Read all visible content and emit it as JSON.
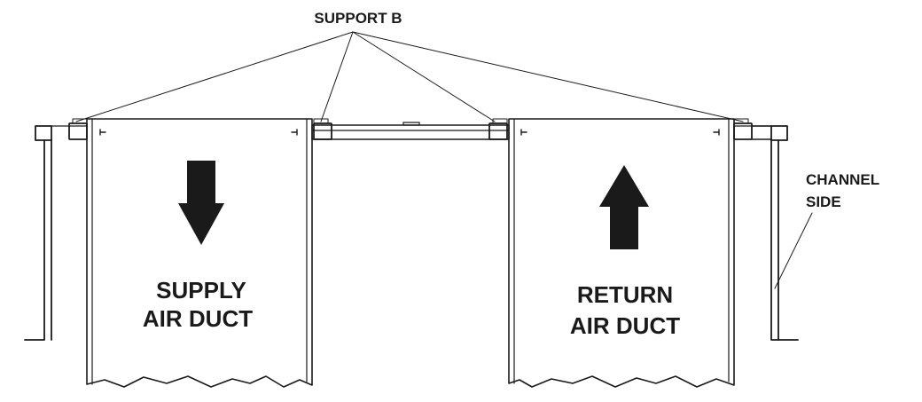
{
  "labels": {
    "support_b": "SUPPORT B",
    "channel_side_line1": "CHANNEL",
    "channel_side_line2": "SIDE",
    "supply_line1": "SUPPLY",
    "supply_line2": "AIR DUCT",
    "return_line1": "RETURN",
    "return_line2": "AIR DUCT"
  },
  "arrows": {
    "supply": "down-arrow",
    "return": "up-arrow"
  },
  "colors": {
    "line": "#1a1a1a",
    "background": "#ffffff"
  }
}
